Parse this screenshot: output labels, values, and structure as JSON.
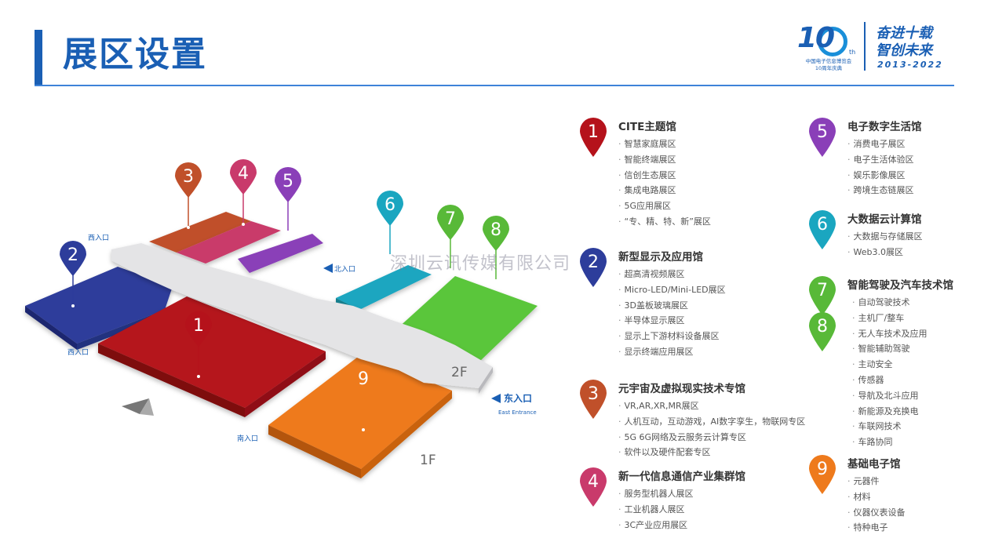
{
  "page_title": "展区设置",
  "logo": {
    "ten": "10",
    "th": "th",
    "sub_line1": "中国电子信息博览会",
    "sub_line2": "10周年庆典",
    "slogan_line1": "奋进十载",
    "slogan_line2": "智创未来",
    "years": "2013-2022"
  },
  "watermark": "深圳云讯传媒有限公司",
  "map": {
    "floor_1f": "1F",
    "floor_2f": "2F",
    "entrance_south": "南入口",
    "entrance_north": "北入口",
    "entrance_east": "东入口",
    "entrance_east_en": "East Entrance",
    "entrance_west1": "西入口",
    "entrance_west2": "西入口",
    "pins": [
      {
        "num": "1",
        "color": "#b5121b"
      },
      {
        "num": "2",
        "color": "#2d3d9b"
      },
      {
        "num": "3",
        "color": "#c0502a"
      },
      {
        "num": "4",
        "color": "#c93a6b"
      },
      {
        "num": "5",
        "color": "#8a3fb8"
      },
      {
        "num": "6",
        "color": "#1aa6c0"
      },
      {
        "num": "7",
        "color": "#58b938"
      },
      {
        "num": "8",
        "color": "#58b938"
      },
      {
        "num": "9",
        "color": "#ee7a1c"
      }
    ]
  },
  "legend": [
    {
      "num": "1",
      "color": "#b5121b",
      "title": "CITE主题馆",
      "items": [
        "智慧家庭展区",
        "智能终端展区",
        "信创生态展区",
        "集成电路展区",
        "5G应用展区",
        "“专、精、特、新”展区"
      ]
    },
    {
      "num": "2",
      "color": "#2d3d9b",
      "title": "新型显示及应用馆",
      "items": [
        "超高清视频展区",
        "Micro-LED/Mini-LED展区",
        "3D盖板玻璃展区",
        "半导体显示展区",
        "显示上下游材料设备展区",
        "显示终端应用展区"
      ]
    },
    {
      "num": "3",
      "color": "#c0502a",
      "title": "元宇宙及虚拟现实技术专馆",
      "items": [
        "VR,AR,XR,MR展区",
        "人机互动，互动游戏，AI数字孪生，物联网专区",
        "5G 6G网络及云服务云计算专区",
        "软件以及硬件配套专区"
      ]
    },
    {
      "num": "4",
      "color": "#c93a6b",
      "title": "新一代信息通信产业集群馆",
      "items": [
        "服务型机器人展区",
        "工业机器人展区",
        "3C产业应用展区"
      ]
    },
    {
      "num": "5",
      "color": "#8a3fb8",
      "title": "电子数字生活馆",
      "items": [
        "消费电子展区",
        "电子生活体验区",
        "娱乐影像展区",
        "跨境生态链展区"
      ]
    },
    {
      "num": "6",
      "color": "#1aa6c0",
      "title": "大数据云计算馆",
      "items": [
        "大数据与存储展区",
        "Web3.0展区"
      ]
    },
    {
      "num": "7",
      "num2": "8",
      "color": "#58b938",
      "title": "智能驾驶及汽车技术馆",
      "items": [
        "自动驾驶技术",
        "主机厂/整车",
        "无人车技术及应用",
        "智能辅助驾驶",
        "主动安全",
        "传感器",
        "导航及北斗应用",
        "新能源及充换电",
        "车联网技术",
        "车路协同"
      ]
    },
    {
      "num": "9",
      "color": "#ee7a1c",
      "title": "基础电子馆",
      "items": [
        "元器件",
        "材料",
        "仪器仪表设备",
        "特种电子"
      ]
    }
  ]
}
